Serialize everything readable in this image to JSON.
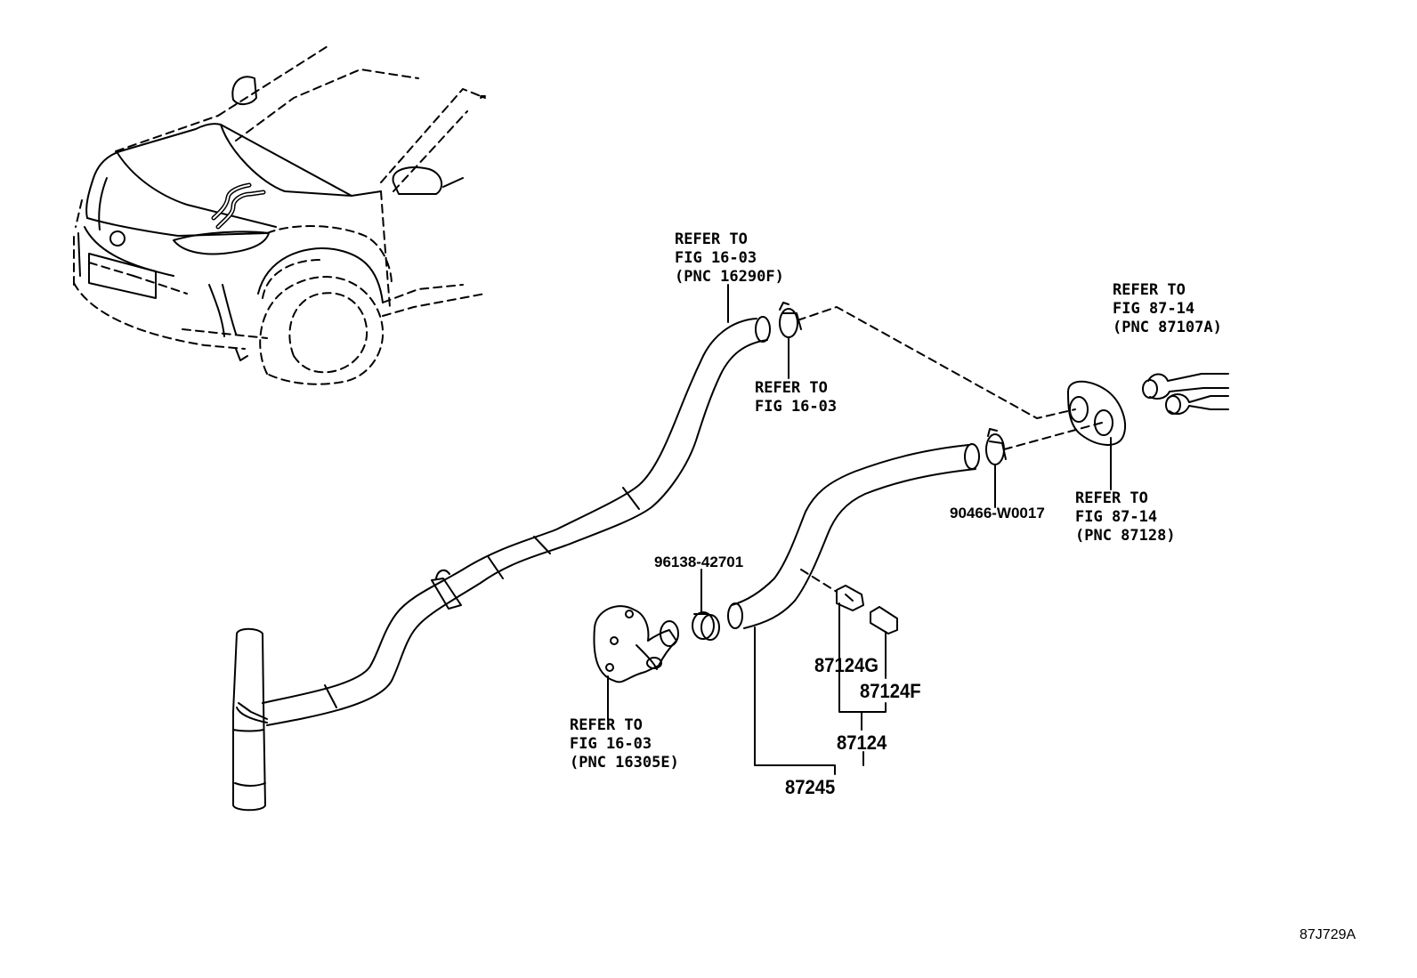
{
  "figure_id": "87J729A",
  "references": [
    {
      "id": "ref-upper-hose",
      "lines": [
        "REFER TO",
        "FIG 16-03",
        "(PNC 16290F)"
      ]
    },
    {
      "id": "ref-clamp-upper",
      "lines": [
        "REFER TO",
        "FIG 16-03"
      ]
    },
    {
      "id": "ref-heater-pipe",
      "lines": [
        "REFER TO",
        "FIG 87-14",
        "(PNC 87107A)"
      ]
    },
    {
      "id": "ref-grommet",
      "lines": [
        "REFER TO",
        "FIG 87-14",
        "(PNC 87128)"
      ]
    },
    {
      "id": "ref-water-outlet",
      "lines": [
        "REFER TO",
        "FIG 16-03",
        "(PNC 16305E)"
      ]
    }
  ],
  "part_numbers": {
    "clamp_right": "90466-W0017",
    "clamp_left": "96138-42701",
    "clamp_g": "87124G",
    "clamp_f": "87124F",
    "clamp_set": "87124",
    "hose": "87245"
  }
}
